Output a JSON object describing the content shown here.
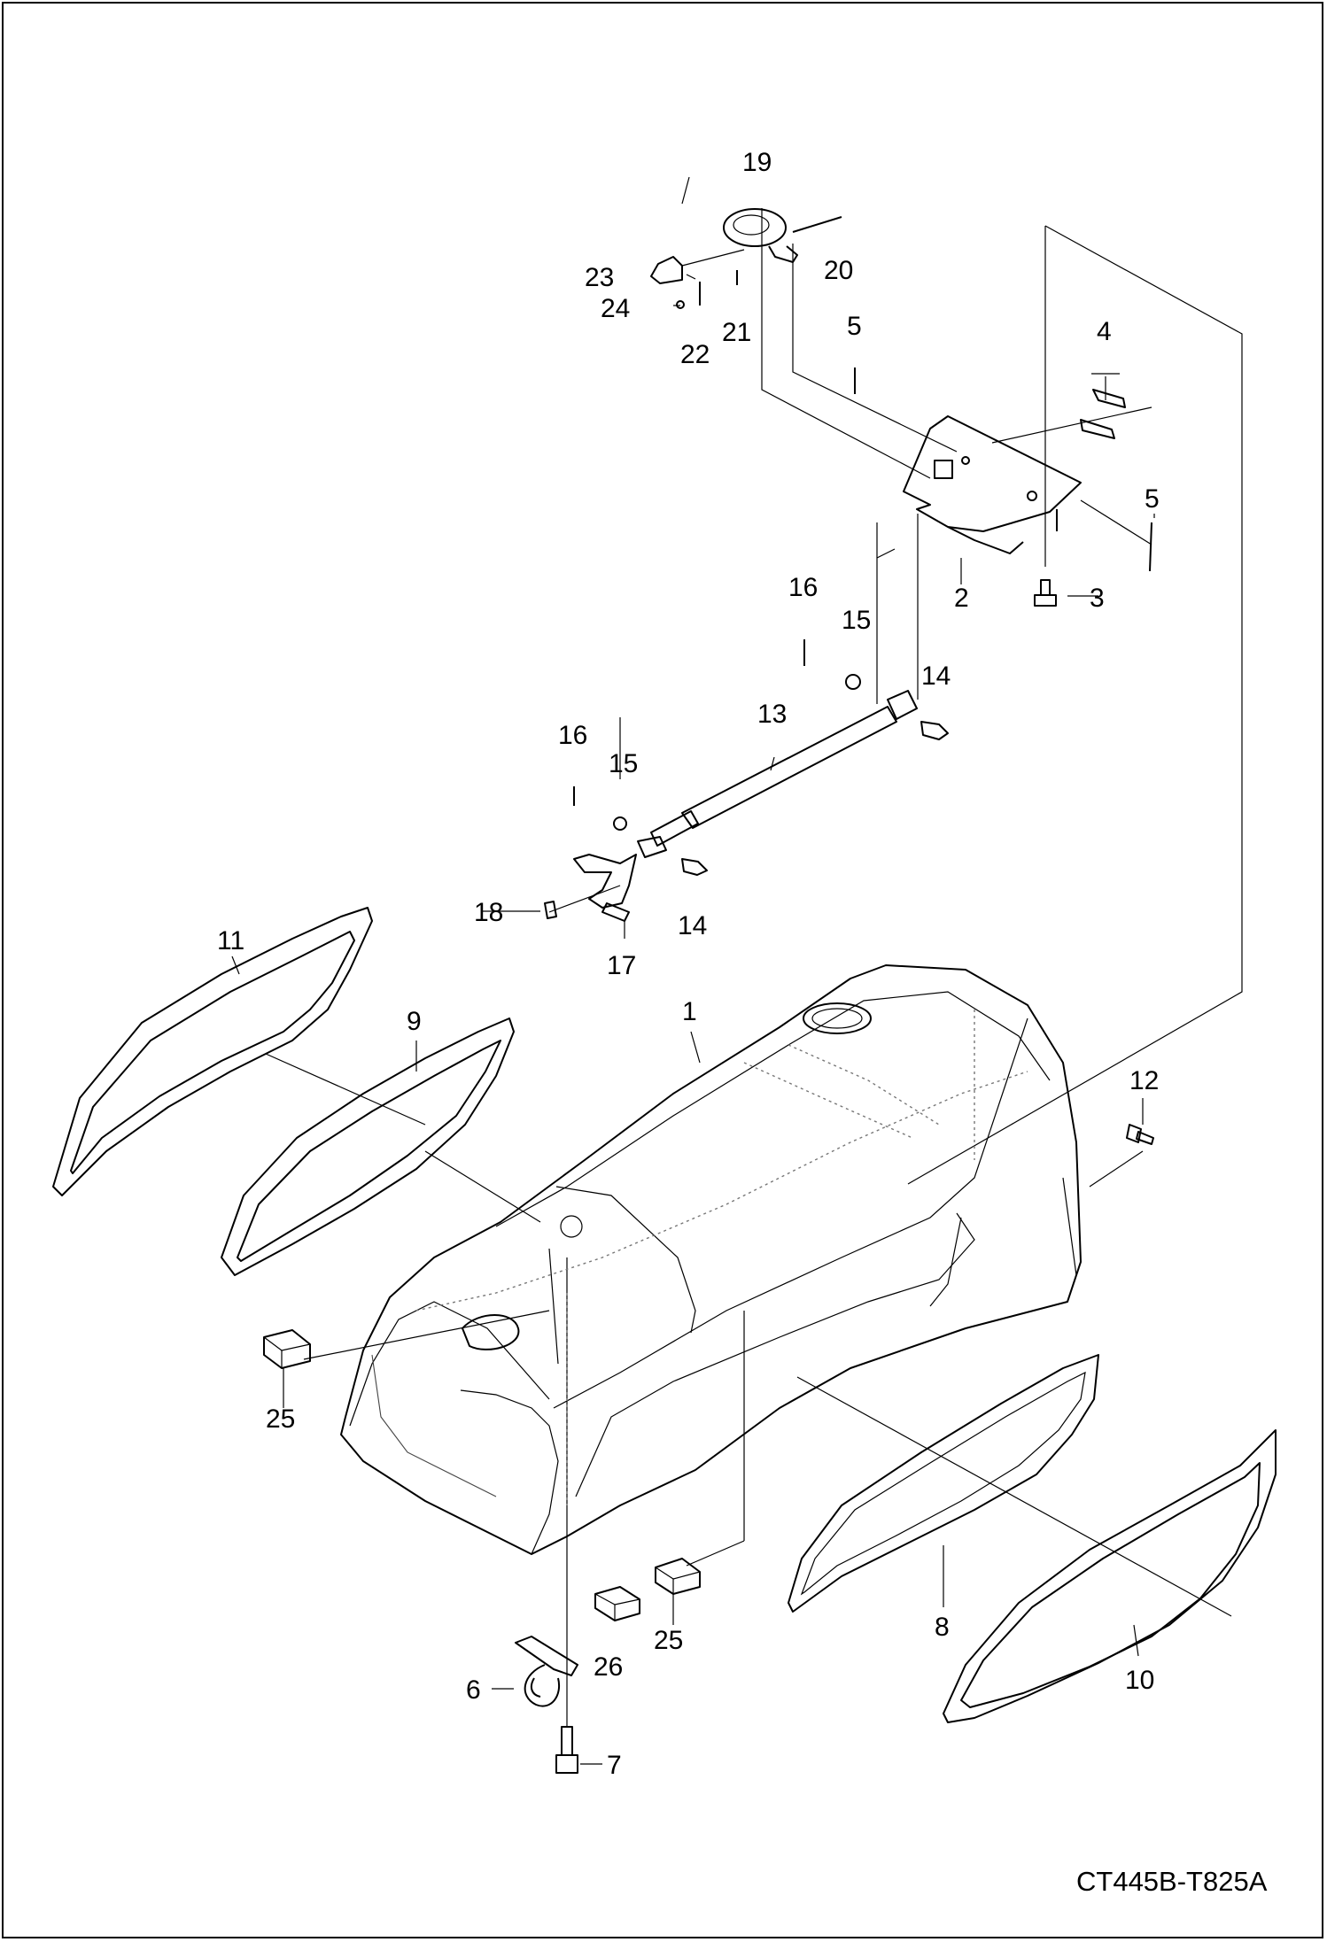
{
  "drawing_code": "CT445B-T825A",
  "callouts": [
    {
      "id": "1",
      "label": "1"
    },
    {
      "id": "2",
      "label": "2"
    },
    {
      "id": "3",
      "label": "3"
    },
    {
      "id": "4",
      "label": "4"
    },
    {
      "id": "5a",
      "label": "5"
    },
    {
      "id": "5b",
      "label": "5"
    },
    {
      "id": "6",
      "label": "6"
    },
    {
      "id": "7",
      "label": "7"
    },
    {
      "id": "8",
      "label": "8"
    },
    {
      "id": "9",
      "label": "9"
    },
    {
      "id": "10",
      "label": "10"
    },
    {
      "id": "11",
      "label": "11"
    },
    {
      "id": "12",
      "label": "12"
    },
    {
      "id": "13",
      "label": "13"
    },
    {
      "id": "14a",
      "label": "14"
    },
    {
      "id": "14b",
      "label": "14"
    },
    {
      "id": "15a",
      "label": "15"
    },
    {
      "id": "15b",
      "label": "15"
    },
    {
      "id": "16a",
      "label": "16"
    },
    {
      "id": "16b",
      "label": "16"
    },
    {
      "id": "17",
      "label": "17"
    },
    {
      "id": "18",
      "label": "18"
    },
    {
      "id": "19",
      "label": "19"
    },
    {
      "id": "20",
      "label": "20"
    },
    {
      "id": "21",
      "label": "21"
    },
    {
      "id": "22",
      "label": "22"
    },
    {
      "id": "23",
      "label": "23"
    },
    {
      "id": "24",
      "label": "24"
    },
    {
      "id": "25a",
      "label": "25"
    },
    {
      "id": "25b",
      "label": "25"
    },
    {
      "id": "26",
      "label": "26"
    }
  ]
}
